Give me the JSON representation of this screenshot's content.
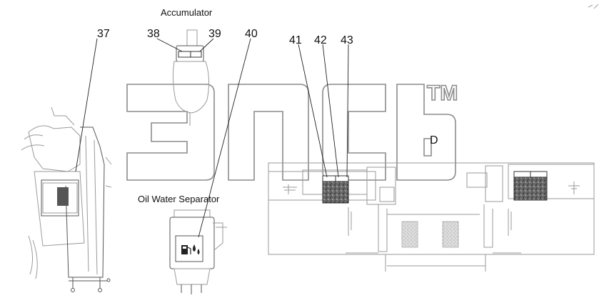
{
  "labels": {
    "accumulator": "Accumulator",
    "oil_water_separator": "Oil Water Separator",
    "detail_letter": "D",
    "trademark": "TM"
  },
  "callouts": [
    "37",
    "38",
    "39",
    "40",
    "41",
    "42",
    "43"
  ],
  "watermark": {
    "text": "",
    "stroke_color": "#8c8c8c",
    "fill_color": "#ffffff"
  },
  "colors": {
    "line": "#9a9a9a",
    "leader": "#222222",
    "filter_fill": "#444444"
  },
  "icons": [
    "fuel-pump-icon",
    "water-drop-icon"
  ]
}
